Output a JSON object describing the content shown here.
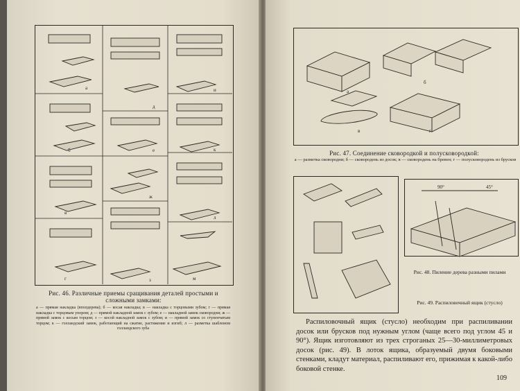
{
  "left_page": {
    "fig46": {
      "title": "Рис. 46. Различные приемы сращивания деталей простыми и сложными замками:",
      "legend": "а — прямая накладка (вполдерева); б — косая накладка; в — накладка с торцовыми зубом; г — прямая накладка с торцовым упором; д — прямой накладной замок с зубом; е — накладной замок сковородни; ж — прямой замок с косым торцом; з — косой накладной замок с зубом; и — прямой замок со ступенчатым торцом; к — голландский замок, работающий на сжатие, растяжение и изгиб; л — разметка шаблоном голландского зуба",
      "cell_labels": [
        "а",
        "б",
        "в",
        "г",
        "д",
        "е",
        "ж",
        "з",
        "и",
        "к",
        "л",
        "м"
      ]
    }
  },
  "right_page": {
    "fig47": {
      "title": "Рис. 47. Соединение сковородкой и полусковородкой:",
      "legend": "а — разметка сковородни; б — сковородень из досок; в — сковородень на бревен; г — полусковородень из брусков",
      "labels": [
        "а",
        "б",
        "в",
        "г"
      ]
    },
    "fig48": {
      "caption": "Рис. 48. Пиление дерева разными пилами"
    },
    "fig49": {
      "caption": "Рис. 49. Распиловочный ящик (стусло)",
      "angles": [
        "90°",
        "45°"
      ]
    },
    "body": "Распиловочный ящик (стусло) необходим при распиливании досок или брусков под нужным углом (чаще всего под углом 45 и 90°). Ящик изготовляют из трех строганых 25—30-миллиметровых досок (рис. 49). В лоток ящика, образуемый двумя боковыми стенками, кладут материал, распиливают его, прижимая к какой-либо боковой стенке.",
    "page_number": "109"
  },
  "colors": {
    "paper": "#e6e0d0",
    "ink": "#222222",
    "background": "#5a544e"
  }
}
